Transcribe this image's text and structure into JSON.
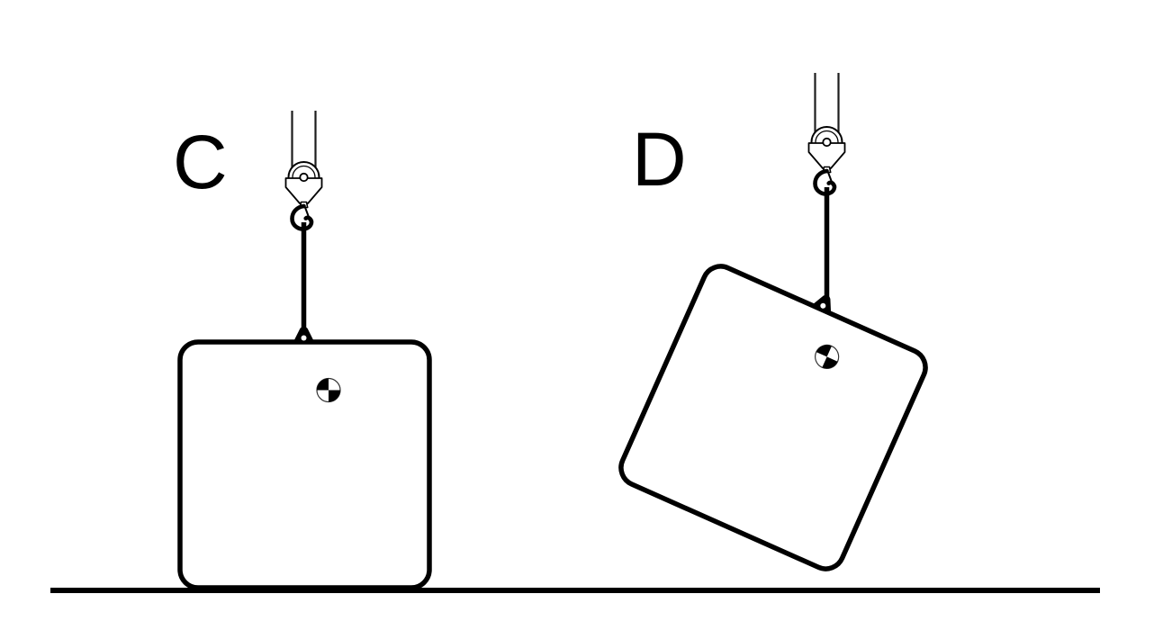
{
  "page": {
    "background_color": "#ffffff",
    "ink_color": "#000000"
  },
  "figure": {
    "kind": "rigging-load-stability-line-drawing",
    "scenarios": [
      {
        "id": "C",
        "label": "C",
        "load_state": "upright box resting on ground, hook and sling plumb above lift lug, center of gravity marker offset right of lug"
      },
      {
        "id": "D",
        "label": "D",
        "load_state": "box tilted about 24 degrees while suspended, center of gravity marker hanging plumb below hook"
      }
    ],
    "icons": {
      "cog_symbol": "center-of-gravity-checkered-circle",
      "hook_block": "pulley-sheave-block",
      "hook": "crane-hook-with-safety-latch",
      "lug": "lifting-lug-triangle-with-hole"
    },
    "colors": {
      "line": "#000000",
      "fill": "#ffffff",
      "cable": "#1d1d1d",
      "cog_outline": "#333333"
    }
  }
}
